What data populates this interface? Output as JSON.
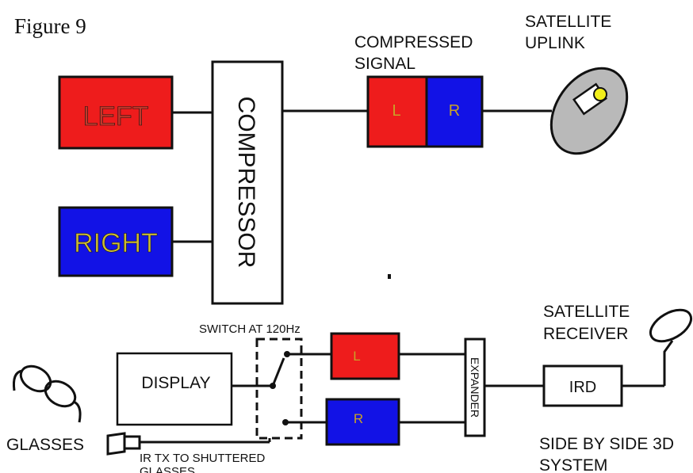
{
  "figure_label": "Figure 9",
  "source": {
    "left_label": "LEFT",
    "right_label": "RIGHT",
    "compressor_label": "COMPRESSOR"
  },
  "compressed": {
    "title_line1": "COMPRESSED",
    "title_line2": "SIGNAL",
    "l_label": "L",
    "r_label": "R"
  },
  "uplink": {
    "title_line1": "SATELLITE",
    "title_line2": "UPLINK"
  },
  "receiver": {
    "title_line1": "SATELLITE",
    "title_line2": "RECEIVER",
    "ird_label": "IRD",
    "expander_label": "EXPANDER",
    "l_label": "L",
    "r_label": "R",
    "switch_label": "SWITCH AT 120Hz",
    "display_label": "DISPLAY",
    "glasses_label": "GLASSES",
    "irtx_line1": "IR TX TO SHUTTERED",
    "irtx_line2": "GLASSES"
  },
  "caption": {
    "line1": "SIDE BY SIDE 3D",
    "line2": "SYSTEM"
  },
  "colors": {
    "red": "#ee1c1c",
    "blue": "#1212e6",
    "left_text": "#c0392b",
    "right_text": "#ccbb33",
    "lr_text_top": "#c9a227",
    "dish_fill": "#b9b9b9",
    "feed_fill": "#f2ef1a",
    "line": "#111111"
  }
}
